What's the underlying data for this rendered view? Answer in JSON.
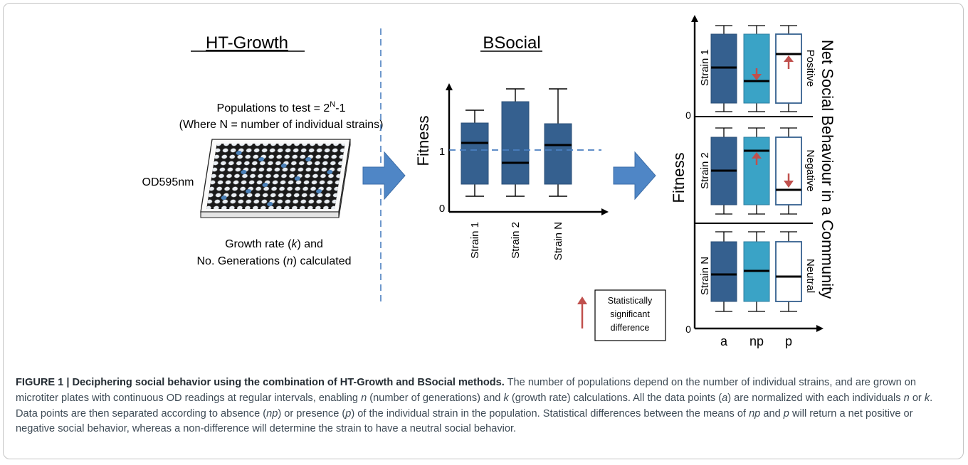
{
  "ht_growth": {
    "title": "HT-Growth",
    "populations_line1_prefix": "Populations to test = 2",
    "populations_sup": "N",
    "populations_line1_suffix": "-1",
    "populations_line2": "(Where N = number of individual strains)",
    "plate_label": "OD595nm",
    "growth_line1_prefix": "Growth rate (",
    "growth_line1_var": "k",
    "growth_line1_suffix": ") and",
    "growth_line2_prefix": "No. Generations (",
    "growth_line2_var": "n",
    "growth_line2_suffix": ") calculated"
  },
  "bsocial": {
    "title": "BSocial",
    "y_label": "Fitness",
    "tick_one": "1",
    "tick_zero": "0",
    "strains": [
      "Strain 1",
      "Strain 2",
      "Strain N"
    ]
  },
  "net_social": {
    "title": "Net Social Behaviour in a Community",
    "y_label": "Fitness",
    "row_strains": [
      "Strain 1",
      "Strain 2",
      "Strain N"
    ],
    "row_labels": [
      "Positive",
      "Negative",
      "Neutral"
    ],
    "zero_label": "0",
    "x_labels": [
      "a",
      "np",
      "p"
    ]
  },
  "legend": {
    "line1": "Statistically",
    "line2": "significant",
    "line3": "difference"
  },
  "caption": {
    "label": "FIGURE 1 | Deciphering social behavior using the combination of HT-Growth and BSocial methods.",
    "s1": " The number of populations depend on the number of individual strains, and are grown on microtiter plates with continuous OD readings at regular intervals, enabling ",
    "v1": "n",
    "s2": " (number of generations) and ",
    "v2": "k",
    "s3": " (growth rate) calculations. All the data points (",
    "v3": "a",
    "s4": ") are normalized with each individuals ",
    "v4": "n",
    "s5": " or ",
    "v5": "k",
    "s6": ". Data points are then separated according to absence (",
    "v6": "np",
    "s7": ") or presence (",
    "v7": "p",
    "s8": ") of the individual strain in the population. Statistical differences between the means of ",
    "v8": "np",
    "s9": " and ",
    "v9": "p",
    "s10": " will return a net positive or negative social behavior, whereas a non-difference will determine the strain to have a neutral social behavior."
  },
  "colors": {
    "dark_box": "#35608f",
    "light_box": "#3aa3c6",
    "arrow_blue": "#4f86c6",
    "sig_arrow": "#c0504d",
    "dashed": "#4a7fc0"
  }
}
